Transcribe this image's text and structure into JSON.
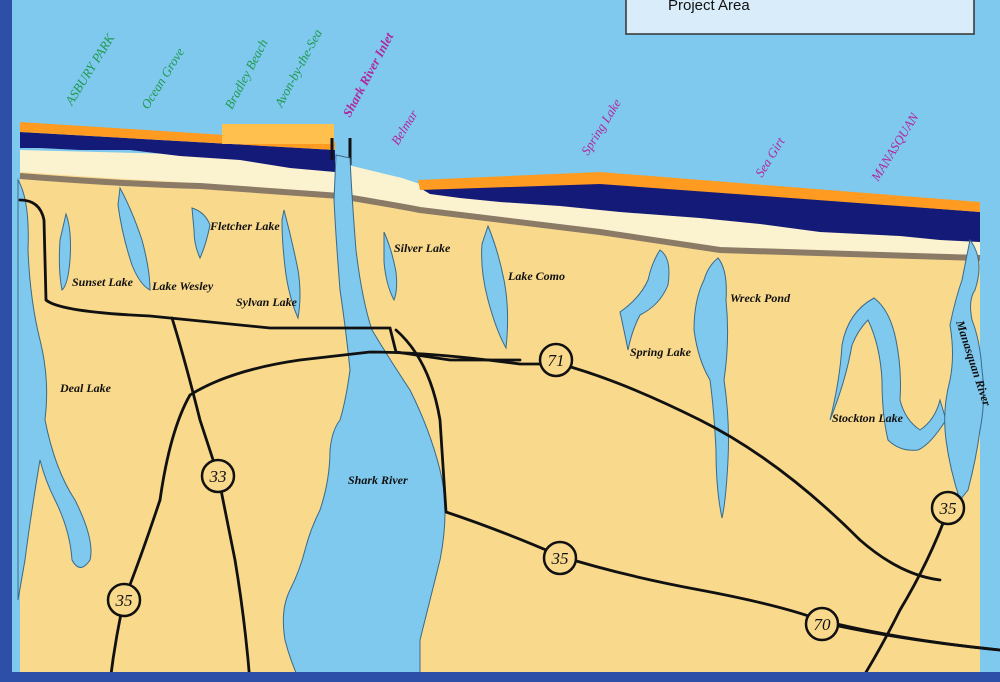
{
  "map": {
    "legend": {
      "label": "Project Area"
    },
    "towns_north": [
      "ASBURY PARK",
      "Ocean Grove",
      "Bradley Beach",
      "Avon-by-the-Sea"
    ],
    "inlet": "Shark River Inlet",
    "towns_south": [
      "Belmar",
      "Spring Lake",
      "Sea Girt",
      "MANASQUAN"
    ],
    "water_bodies": [
      "Sunset Lake",
      "Lake Wesley",
      "Fletcher Lake",
      "Sylvan Lake",
      "Silver Lake",
      "Lake Como",
      "Spring Lake",
      "Wreck Pond",
      "Deal Lake",
      "Shark River",
      "Stockton Lake",
      "Manasquan River"
    ],
    "routes": [
      "71",
      "33",
      "35",
      "35",
      "35",
      "70"
    ],
    "colors": {
      "ocean": "#7fc8ee",
      "land": "#f9d98c",
      "beach": "#fbf2cf",
      "dark_band": "#141a78",
      "project_area": "#ff9b21",
      "railroad": "#8a7a66",
      "frame": "#2d4fa8"
    }
  }
}
